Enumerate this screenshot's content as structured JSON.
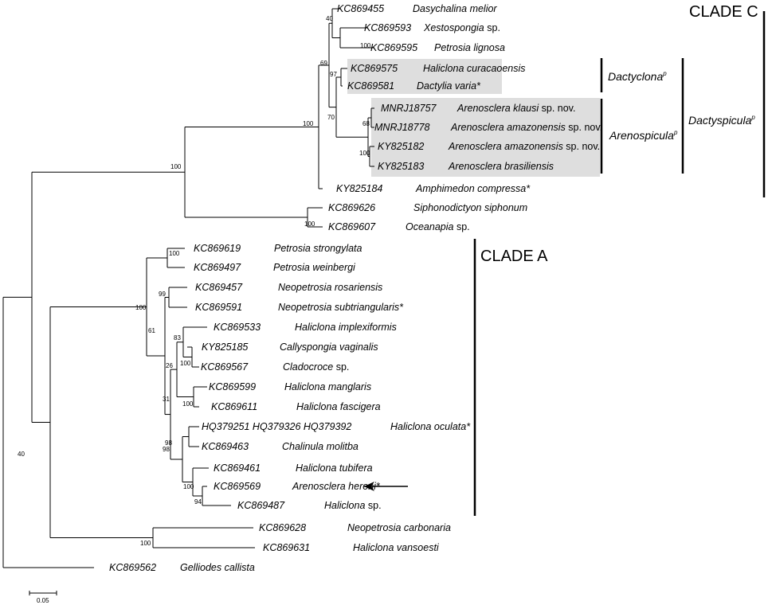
{
  "taxa": [
    {
      "acc": "KC869455",
      "name": "Dasychalina melior",
      "suffix": ""
    },
    {
      "acc": "KC869593",
      "name": "Xestospongia",
      "suffix": " sp."
    },
    {
      "acc": "KC869595",
      "name": "Petrosia lignosa",
      "suffix": ""
    },
    {
      "acc": "KC869575",
      "name": "Haliclona curacaoensis",
      "suffix": ""
    },
    {
      "acc": "KC869581",
      "name": "Dactylia varia",
      "suffix": "*"
    },
    {
      "acc": "MNRJ18757",
      "name": "Arenosclera klausi",
      "suffix": " sp. nov."
    },
    {
      "acc": "MNRJ18778",
      "name": "Arenosclera amazonensis",
      "suffix": " sp. nov."
    },
    {
      "acc": "KY825182",
      "name": "Arenosclera amazonensis",
      "suffix": " sp. nov."
    },
    {
      "acc": "KY825183",
      "name": "Arenosclera brasiliensis",
      "suffix": ""
    },
    {
      "acc": "KY825184",
      "name": "Amphimedon compressa",
      "suffix": "*"
    },
    {
      "acc": "KC869626",
      "name": "Siphonodictyon siphonum",
      "suffix": ""
    },
    {
      "acc": "KC869607",
      "name": "Oceanapia",
      "suffix": " sp."
    },
    {
      "acc": "KC869619",
      "name": "Petrosia strongylata",
      "suffix": ""
    },
    {
      "acc": "KC869497",
      "name": "Petrosia weinbergi",
      "suffix": ""
    },
    {
      "acc": "KC869457",
      "name": "Neopetrosia rosariensis",
      "suffix": ""
    },
    {
      "acc": "KC869591",
      "name": "Neopetrosia subtriangularis",
      "suffix": "*"
    },
    {
      "acc": "KC869533",
      "name": "Haliclona implexiformis",
      "suffix": ""
    },
    {
      "acc": "KY825185",
      "name": "Callyspongia vaginalis",
      "suffix": ""
    },
    {
      "acc": "KC869567",
      "name": "Cladocroce",
      "suffix": " sp."
    },
    {
      "acc": "KC869599",
      "name": "Haliclona manglaris",
      "suffix": ""
    },
    {
      "acc": "KC869611",
      "name": "Haliclona fascigera",
      "suffix": ""
    },
    {
      "acc": "HQ379251   HQ379326   HQ379392",
      "name": "Haliclona oculata",
      "suffix": "*"
    },
    {
      "acc": "KC869463",
      "name": "Chalinula molitba",
      "suffix": ""
    },
    {
      "acc": "KC869461",
      "name": "Haliclona tubifera",
      "suffix": ""
    },
    {
      "acc": "KC869569",
      "name": "Arenosclera heroni",
      "suffix": "*"
    },
    {
      "acc": "KC869487",
      "name": "Haliclona",
      "suffix": " sp."
    },
    {
      "acc": "KC869628",
      "name": "Neopetrosia carbonaria",
      "suffix": ""
    },
    {
      "acc": "KC869631",
      "name": "Haliclona vansoesti",
      "suffix": ""
    },
    {
      "acc": "KC869562",
      "name": "Gelliodes callista",
      "suffix": ""
    }
  ],
  "bootstrap": [
    "40",
    "100",
    "69",
    "97",
    "70",
    "68",
    "100",
    "100",
    "100",
    "100",
    "100",
    "99",
    "100",
    "83",
    "100",
    "26",
    "100",
    "31",
    "98",
    "98",
    "100",
    "94",
    "100",
    "61",
    "40"
  ],
  "clades": {
    "clade_c": "CLADE C",
    "clade_a": "CLADE A",
    "dactyclona": "Dactyclona",
    "arenospicula": "Arenospicula",
    "dactyspicula": "Dactyspicula",
    "superscript": "p"
  },
  "scale_bar": {
    "label": "0.05"
  }
}
